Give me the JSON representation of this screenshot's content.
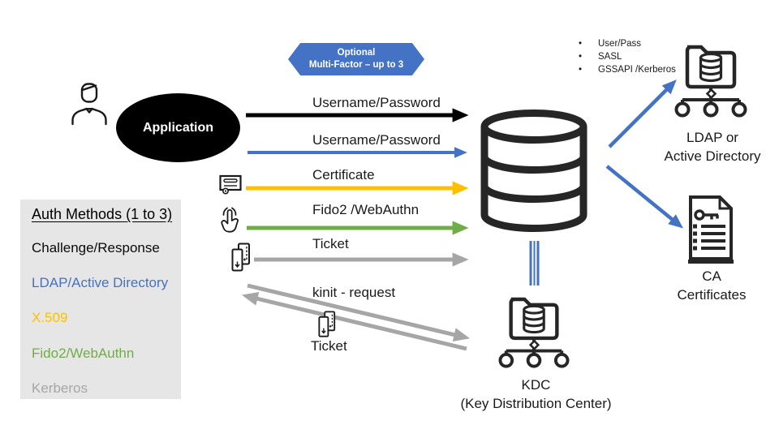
{
  "banner": {
    "line1": "Optional",
    "line2": "Multi-Factor – up to 3"
  },
  "application": {
    "label": "Application"
  },
  "flows": [
    {
      "label": "Username/Password",
      "color": "#000000",
      "icon": "none"
    },
    {
      "label": "Username/Password",
      "color": "#4472C4",
      "icon": "none"
    },
    {
      "label": "Certificate",
      "color": "#FFC000",
      "icon": "certificate-icon"
    },
    {
      "label": "Fido2 /WebAuthn",
      "color": "#70AD47",
      "icon": "touch-icon"
    },
    {
      "label": "Ticket",
      "color": "#A6A6A6",
      "icon": "mobile-ticket-icon"
    }
  ],
  "auth_box": {
    "title": "Auth Methods (1 to 3)",
    "items": [
      {
        "label": "Challenge/Response",
        "color": "#0a0a0a"
      },
      {
        "label": "LDAP/Active Directory",
        "color": "#4472C4"
      },
      {
        "label": "X.509",
        "color": "#FFC000"
      },
      {
        "label": "Fido2/WebAuthn",
        "color": "#70AD47"
      },
      {
        "label": "Kerberos",
        "color": "#A6A6A6"
      }
    ]
  },
  "server_protocols": [
    "User/Pass",
    "SASL",
    "GSSAPI /Kerberos"
  ],
  "ldap": {
    "line1": "LDAP or",
    "line2": "Active Directory"
  },
  "ca": {
    "line1": "CA",
    "line2": "Certificates"
  },
  "kdc": {
    "line1": "KDC",
    "line2": "(Key Distribution Center)"
  },
  "kerberos_exchange": {
    "request_label": "kinit - request",
    "ticket_label": "Ticket"
  },
  "colors": {
    "blue": "#4472C4",
    "gold": "#FFC000",
    "green": "#70AD47",
    "gray": "#A6A6A6",
    "black": "#000000",
    "box_bg": "#E7E6E6"
  }
}
